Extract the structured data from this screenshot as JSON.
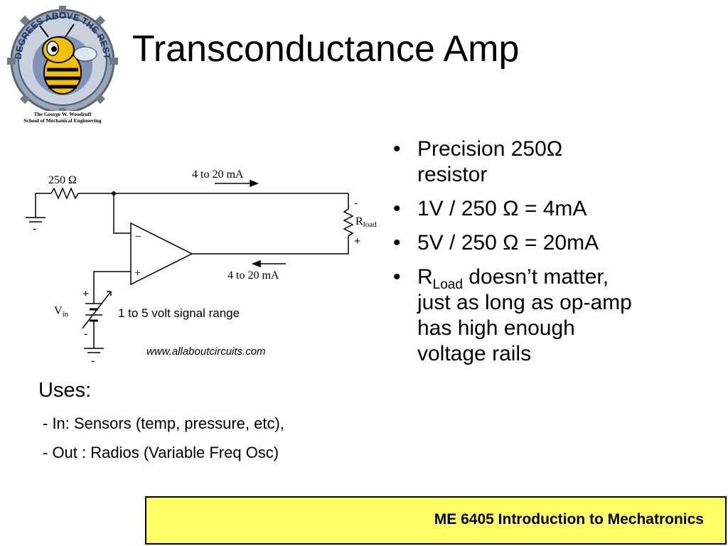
{
  "logo": {
    "ring_text": "DEGREES ABOVE THE REST",
    "caption_line1": "The George W. Woodruff",
    "caption_line2": "School of Mechanical Engineering"
  },
  "slide": {
    "title": "Transconductance Amp"
  },
  "circuit": {
    "resistor_label": "250 Ω",
    "current_top": "4 to 20 mA",
    "current_bottom": "4 to 20 mA",
    "load_label": "R",
    "load_subscript": "load",
    "load_minus": "-",
    "load_plus": "+",
    "opamp_minus": "−",
    "opamp_plus": "+",
    "source_plus": "+",
    "source_minus": "-",
    "vin_label": "V",
    "vin_subscript": "in",
    "signal_range": "1 to 5 volt signal range",
    "ground_mark_left": "-",
    "ground_mark_bottom": "-"
  },
  "source_credit": "www.allaboutcircuits.com",
  "uses": {
    "heading": "Uses:",
    "items": [
      "- In: Sensors (temp, pressure, etc),",
      "- Out : Radios (Variable Freq Osc)"
    ]
  },
  "bullets": {
    "marker": "•",
    "item1_line1": "Precision 250Ω",
    "item1_line2": "resistor",
    "item2": "1V / 250 Ω = 4mA",
    "item3": "5V / 250 Ω = 20mA",
    "item4_r": "R",
    "item4_sub": "Load",
    "item4_rest1": " doesn’t matter,",
    "item4_line2": "just as long as op-amp",
    "item4_line3": "has high enough",
    "item4_line4": "voltage rails"
  },
  "footer": {
    "course": "ME 6405  Introduction to Mechatronics"
  },
  "colors": {
    "footer_bg": "#ffff66",
    "logo_gear": "#8a9bb0",
    "logo_ring": "#3b5b8c",
    "bee_yellow": "#f2c200"
  }
}
